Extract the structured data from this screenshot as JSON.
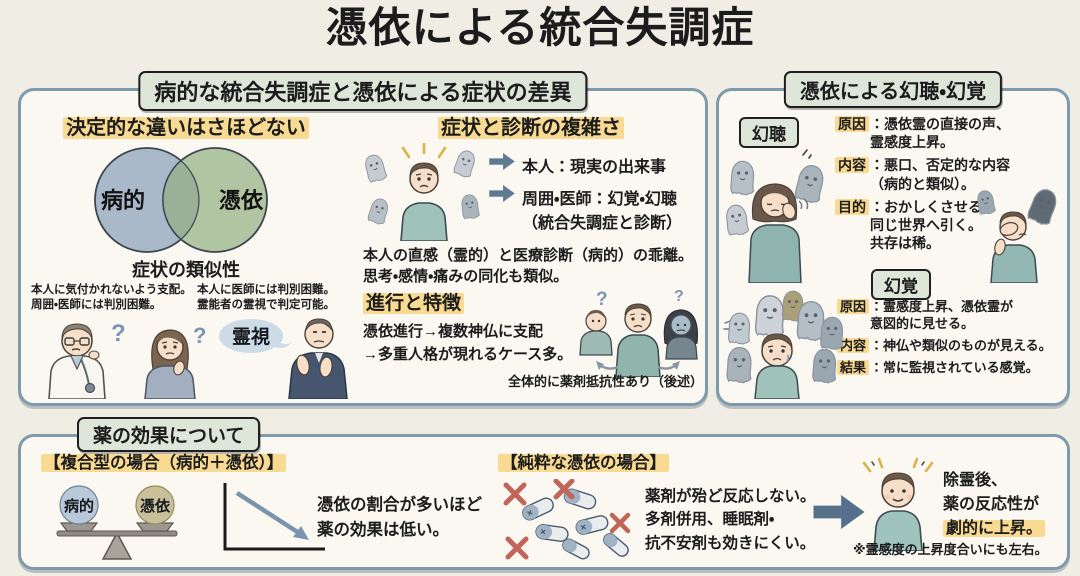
{
  "title": "憑依による統合失調症",
  "icons": {
    "question": "?"
  },
  "left_panel": {
    "header": "病的な統合失調症と憑依による症状の差異",
    "difference": {
      "heading": "決定的な違いはさほどない",
      "venn_left": "病的",
      "venn_right": "憑依",
      "caption": "症状の類似性",
      "note_left": "本人に気付かれないよう支配。\n周囲・医師には判別困難。",
      "note_right": "本人に医師には判別困難。\n霊能者の霊視で判定可能。",
      "bubble": "霊視"
    },
    "complexity": {
      "heading": "症状と診断の複雑さ",
      "point1": "本人：現実の出来事",
      "point2": "周囲・医師：幻覚・幻聴",
      "point2_sub": "（統合失調症と診断）",
      "para": "本人の直感（霊的）と医療診断（病的）の乖離。\n思考・感情・痛みの同化も類似。"
    },
    "progression": {
      "heading": "進行と特徴",
      "body": "憑依進行→複数神仏に支配\n→多重人格が現れるケース多。",
      "note": "全体的に薬剤抵抗性あり（後述）"
    }
  },
  "right_panel": {
    "header": "憑依による幻聴・幻覚",
    "auditory": {
      "label": "幻聴",
      "rows": [
        {
          "key": "原因",
          "text": "：憑依霊の直接の声、\n霊感度上昇。"
        },
        {
          "key": "内容",
          "text": "：悪口、否定的な内容\n（病的と類似）。"
        },
        {
          "key": "目的",
          "text": "：おかしくさせる、\n同じ世界へ引く。\n共存は稀。"
        }
      ]
    },
    "visual": {
      "label": "幻覚",
      "rows": [
        {
          "key": "原因",
          "text": "：霊感度上昇、憑依霊が\n意図的に見せる。"
        },
        {
          "key": "内容",
          "text": "：神仏や類似のものが見える。"
        },
        {
          "key": "結果",
          "text": "：常に監視されている感覚。"
        }
      ]
    }
  },
  "bottom_panel": {
    "header": "薬の効果について",
    "composite": {
      "heading": "【複合型の場合（病的＋憑依）】",
      "scale_left": "病的",
      "scale_right": "憑依",
      "text": "憑依の割合が多いほど\n薬の効果は低い。"
    },
    "pure": {
      "heading": "【純粋な憑依の場合】",
      "text": "薬剤が殆ど反応しない。\n多剤併用、睡眠剤・\n抗不安剤も効きにくい。"
    },
    "after": {
      "line1": "除霊後、",
      "line2": "薬の反応性が",
      "line3": "劇的に上昇。",
      "note": "※霊感度の上昇度合いにも左右。"
    }
  }
}
